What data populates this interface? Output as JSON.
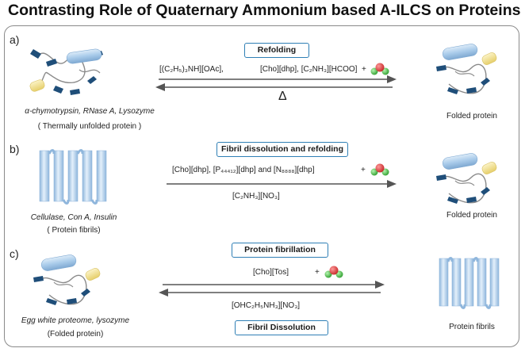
{
  "title": "Contrasting Role of Quaternary Ammonium based A-ILCS on Proteins",
  "panels": {
    "a": {
      "label": "a)",
      "box": "Refolding",
      "reagent_1": "[(C₂H₅)₃NH][OAc],",
      "reagent_2": "[Cho][dhp], [C₂NH₃][HCOO]",
      "plus": "+",
      "delta": "Δ",
      "left_caption_1": "α-chymotrypsin, RNase A, Lysozyme",
      "left_caption_2": "( Thermally unfolded protein )",
      "right_caption": "Folded protein"
    },
    "b": {
      "label": "b)",
      "box": "Fibril dissolution and refolding",
      "reagent_1": "[Cho][dhp], [P₄₄₄₁₂][dhp] and [N₈₈₈₈][dhp]",
      "plus": "+",
      "reagent_2": "[C₂NH₃][NO₃]",
      "left_caption_1": "Cellulase, Con A, Insulin",
      "left_caption_2": "( Protein fibrils)",
      "right_caption": "Folded protein"
    },
    "c": {
      "label": "c)",
      "box_top": "Protein fibrillation",
      "reagent_1": "[Cho][Tos]",
      "plus": "+",
      "reagent_2": "[OHC₂H₅NH₃][NO₃]",
      "box_bottom": "Fibril Dissolution",
      "left_caption_1": "Egg white proteome, lysozyme",
      "left_caption_2": "(Folded protein)",
      "right_caption": "Protein fibrils"
    }
  },
  "colors": {
    "box_border": "#2f7fb5",
    "fibril": "#aecde9",
    "helix": "#9ec2e4",
    "strand": "#1f4e79",
    "sheet_yellow": "#f3e39a",
    "water_red": "#e53935",
    "water_green": "#3fbf3f"
  }
}
